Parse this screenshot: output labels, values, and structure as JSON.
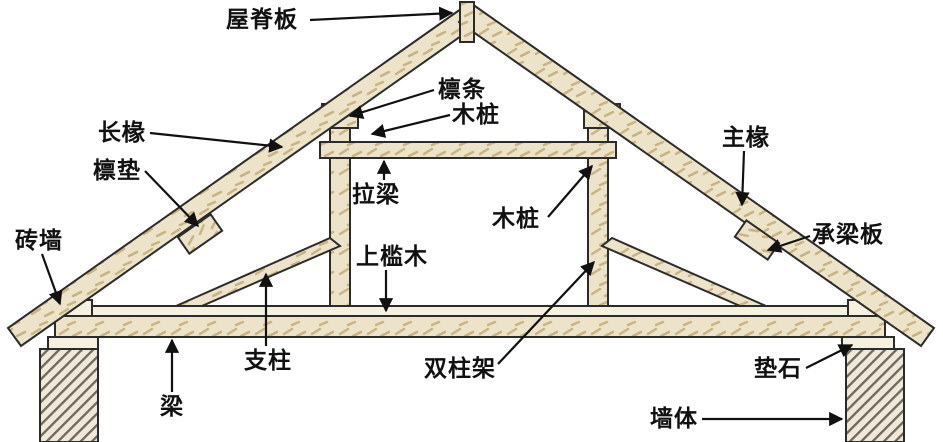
{
  "figure": {
    "type": "roof-truss-cross-section-diagram",
    "labels": {
      "ridge_board": "屋脊板",
      "purlin": "檩条",
      "wood_post_top": "木桩",
      "long_rafter": "长椽",
      "purlin_pad": "檩垫",
      "tie_beam": "拉梁",
      "main_rafter": "主椽",
      "wood_post_mid": "木桩",
      "beam_bearing_plate": "承梁板",
      "brick_wall": "砖墙",
      "upper_sill": "上槛木",
      "strut": "支柱",
      "double_post_frame": "双柱架",
      "pad_stone": "垫石",
      "beam": "梁",
      "wall_body": "墙体"
    }
  },
  "palette": {
    "background": "#ffffff",
    "wood_fill": "#ece3c8",
    "wood_grain": "#c9b382",
    "plate_fill": "#f6f0e0",
    "outline": "#2b2b2b",
    "wall_fill": "#efe9dc",
    "wall_hatch": "#6f675a",
    "label_color": "#111111"
  }
}
